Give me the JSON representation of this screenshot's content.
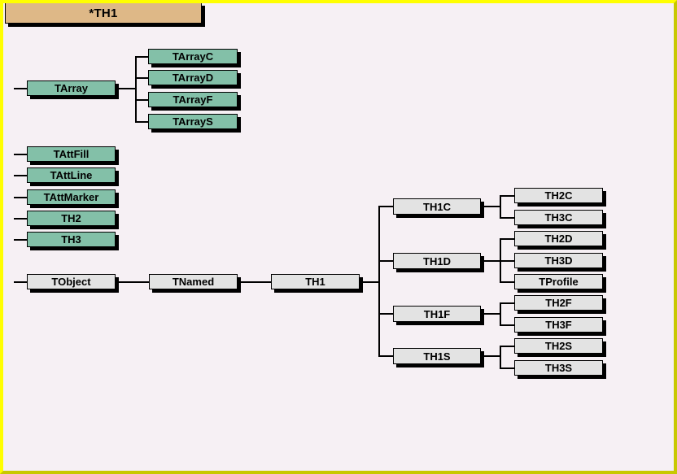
{
  "window": {
    "title": "*TH1",
    "background_color": "#f6f0f4",
    "border_color": "#ffff00",
    "titlebar_color": "#deb887"
  },
  "colors": {
    "green_box": "#83c0a8",
    "grey_box": "#e3e3e3",
    "line": "#000000",
    "shadow": "#000000"
  },
  "diagram": {
    "type": "class-inheritance-tree",
    "root": "TH1",
    "nodes": {
      "tarray": {
        "label": "TArray",
        "style": "green"
      },
      "tarrayc": {
        "label": "TArrayC",
        "style": "green"
      },
      "tarrayd": {
        "label": "TArrayD",
        "style": "green"
      },
      "tarrayf": {
        "label": "TArrayF",
        "style": "green"
      },
      "tarrays": {
        "label": "TArrayS",
        "style": "green"
      },
      "tattfill": {
        "label": "TAttFill",
        "style": "green"
      },
      "tattline": {
        "label": "TAttLine",
        "style": "green"
      },
      "tattmarker": {
        "label": "TAttMarker",
        "style": "green"
      },
      "th2": {
        "label": "TH2",
        "style": "green"
      },
      "th3": {
        "label": "TH3",
        "style": "green"
      },
      "tobject": {
        "label": "TObject",
        "style": "grey"
      },
      "tnamed": {
        "label": "TNamed",
        "style": "grey"
      },
      "th1": {
        "label": "TH1",
        "style": "grey"
      },
      "th1c": {
        "label": "TH1C",
        "style": "grey"
      },
      "th1d": {
        "label": "TH1D",
        "style": "grey"
      },
      "th1f": {
        "label": "TH1F",
        "style": "grey"
      },
      "th1s": {
        "label": "TH1S",
        "style": "grey"
      },
      "th2c": {
        "label": "TH2C",
        "style": "grey"
      },
      "th3c": {
        "label": "TH3C",
        "style": "grey"
      },
      "th2d": {
        "label": "TH2D",
        "style": "grey"
      },
      "th3d": {
        "label": "TH3D",
        "style": "grey"
      },
      "tprofile": {
        "label": "TProfile",
        "style": "grey"
      },
      "th2f": {
        "label": "TH2F",
        "style": "grey"
      },
      "th3f": {
        "label": "TH3F",
        "style": "grey"
      },
      "th2s": {
        "label": "TH2S",
        "style": "grey"
      },
      "th3s": {
        "label": "TH3S",
        "style": "grey"
      }
    },
    "edges": [
      [
        "tarray",
        "tarrayc"
      ],
      [
        "tarray",
        "tarrayd"
      ],
      [
        "tarray",
        "tarrayf"
      ],
      [
        "tarray",
        "tarrays"
      ],
      [
        "tobject",
        "tnamed"
      ],
      [
        "tnamed",
        "th1"
      ],
      [
        "th1",
        "th1c"
      ],
      [
        "th1",
        "th1d"
      ],
      [
        "th1",
        "th1f"
      ],
      [
        "th1",
        "th1s"
      ],
      [
        "th1c",
        "th2c"
      ],
      [
        "th1c",
        "th3c"
      ],
      [
        "th1d",
        "th2d"
      ],
      [
        "th1d",
        "th3d"
      ],
      [
        "th1d",
        "tprofile"
      ],
      [
        "th1f",
        "th2f"
      ],
      [
        "th1f",
        "th3f"
      ],
      [
        "th1s",
        "th2s"
      ],
      [
        "th1s",
        "th3s"
      ]
    ]
  }
}
